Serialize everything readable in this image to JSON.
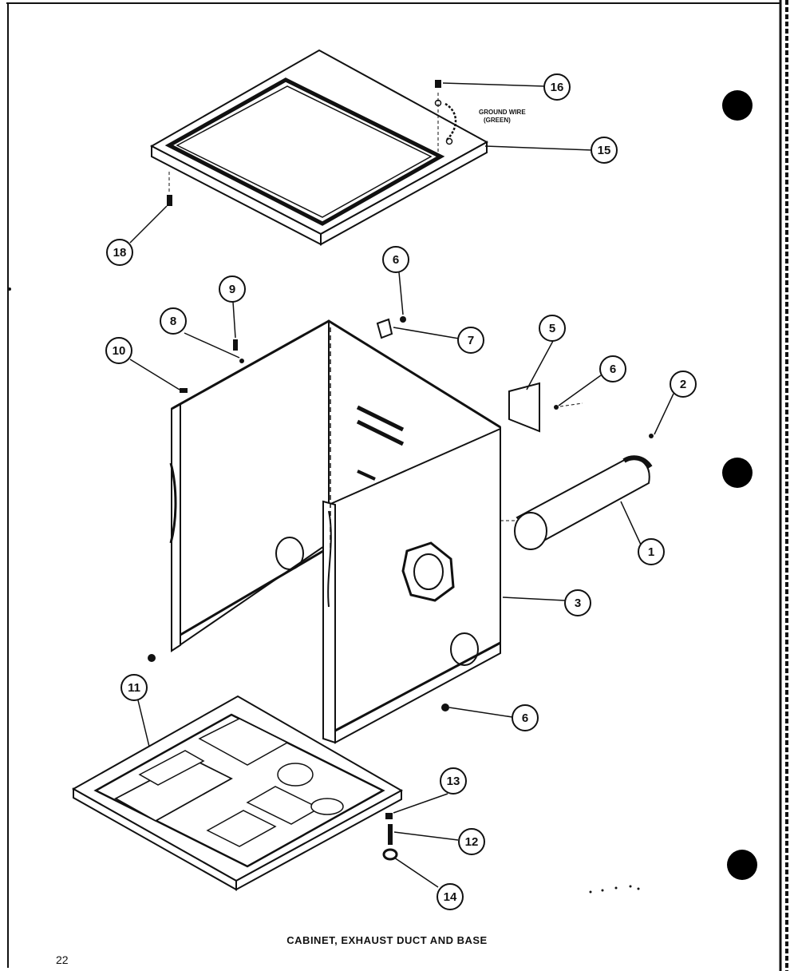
{
  "diagram": {
    "caption": "CABINET, EXHAUST DUCT AND BASE",
    "page_number": "22",
    "ground_wire_note": [
      "GROUND WIRE",
      "(GREEN)"
    ],
    "callouts": [
      {
        "id": "c16",
        "label": "16"
      },
      {
        "id": "c15",
        "label": "15"
      },
      {
        "id": "c18",
        "label": "18"
      },
      {
        "id": "c6a",
        "label": "6"
      },
      {
        "id": "c9",
        "label": "9"
      },
      {
        "id": "c8",
        "label": "8"
      },
      {
        "id": "c7",
        "label": "7"
      },
      {
        "id": "c10",
        "label": "10"
      },
      {
        "id": "c5",
        "label": "5"
      },
      {
        "id": "c6b",
        "label": "6"
      },
      {
        "id": "c2",
        "label": "2"
      },
      {
        "id": "c1",
        "label": "1"
      },
      {
        "id": "c3",
        "label": "3"
      },
      {
        "id": "c11",
        "label": "11"
      },
      {
        "id": "c6c",
        "label": "6"
      },
      {
        "id": "c13",
        "label": "13"
      },
      {
        "id": "c12",
        "label": "12"
      },
      {
        "id": "c14",
        "label": "14"
      }
    ]
  }
}
